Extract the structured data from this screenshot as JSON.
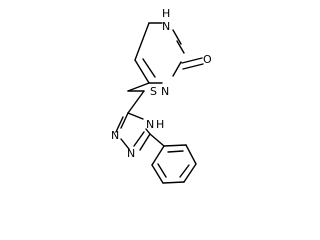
{
  "molecule": {
    "atoms": {
      "n_pyrimidine_top": "N",
      "h_pyrimidine_top": "H",
      "o_carbonyl": "O",
      "n_pyrimidine_right": "N",
      "s_thioether": "S",
      "n_triazole_left": "N",
      "n_triazole_mid": "N",
      "n_triazole_right": "N",
      "h_triazole": "H"
    }
  }
}
